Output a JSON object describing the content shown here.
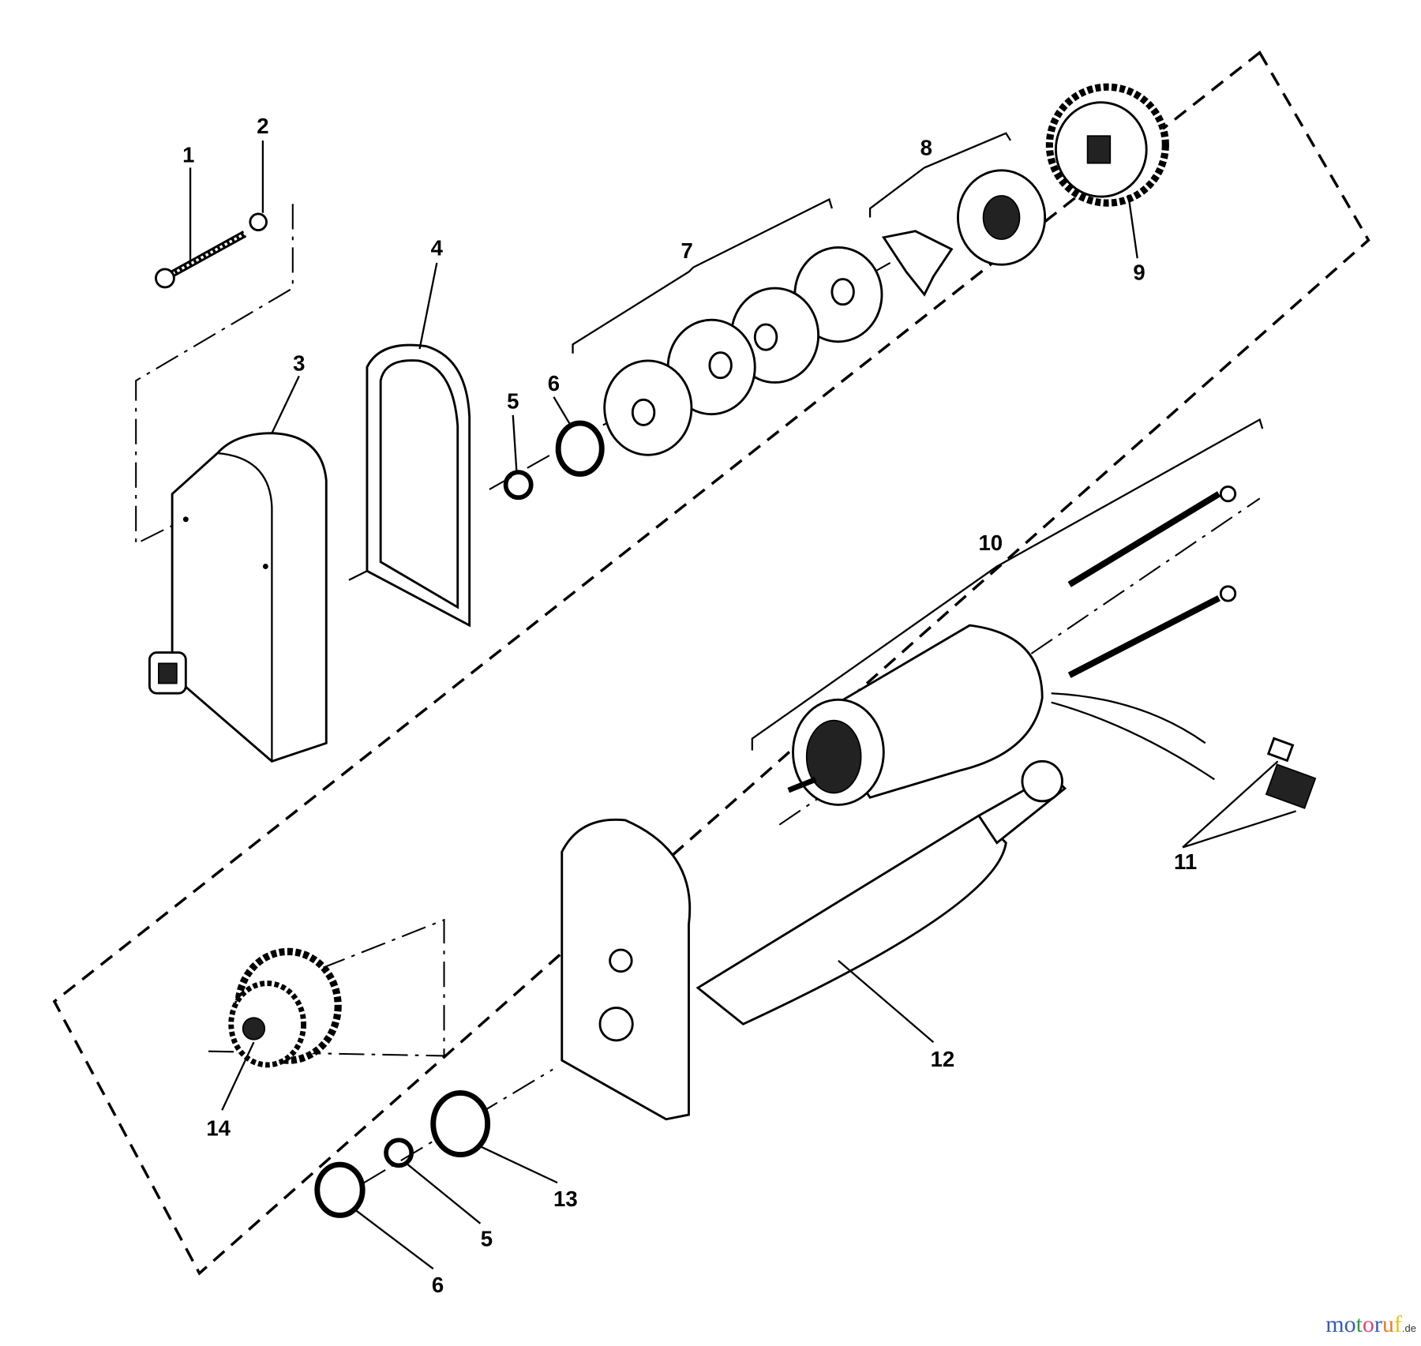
{
  "diagram": {
    "callouts": [
      "1",
      "2",
      "3",
      "4",
      "5",
      "6",
      "7",
      "8",
      "9",
      "10",
      "11",
      "12",
      "13",
      "14",
      "5",
      "6"
    ]
  },
  "watermark": {
    "letters": [
      "m",
      "o",
      "t",
      "o",
      "r",
      "u",
      "f"
    ],
    "colors": [
      "#3b5bb5",
      "#3b5bb5",
      "#2e9e3e",
      "#e0447a",
      "#3b5bb5",
      "#e67e22",
      "#e6c21a"
    ],
    "suffix": ".de"
  }
}
